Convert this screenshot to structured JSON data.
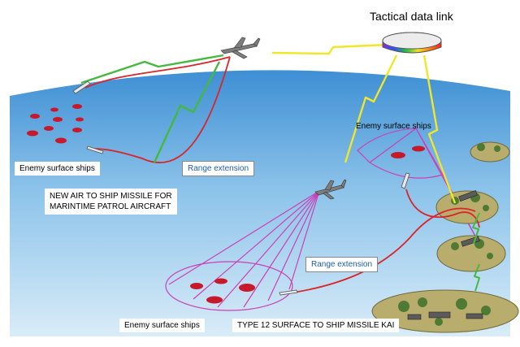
{
  "labels": {
    "tactical_data_link": "Tactical data link",
    "enemy_ships_top_right": "Enemy surface ships",
    "enemy_ships_left": "Enemy surface ships",
    "range_extension_top": "Range extension",
    "new_missile_line1": "NEW AIR TO SHIP MISSILE FOR",
    "new_missile_line2": "MARINTIME PATROL AIRCRAFT",
    "range_extension_bottom": "Range extension",
    "enemy_ships_bottom": "Enemy surface ships",
    "type12": "TYPE 12 SURFACE TO SHIP MISSILE KAI"
  },
  "colors": {
    "sky": "#ffffff",
    "sea_top": "#3e8fd4",
    "sea_bottom": "#d9ecf8",
    "flight_path": "#d9262b",
    "datalink_green": "#46b83e",
    "datalink_yellow": "#f0e62a",
    "coverage_cone": "#cc3fb7",
    "enemy_ship": "#c8192b",
    "island": "#b9ad6e",
    "range_text": "#1f5fa8"
  }
}
